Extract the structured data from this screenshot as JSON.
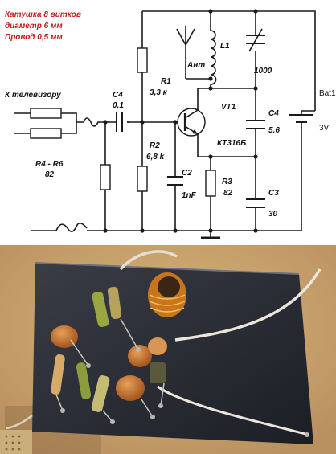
{
  "notes": {
    "line1": "Катушка 8 витков",
    "line2": "диаметр 6 мм",
    "line3": "Провод 0,5 мм",
    "color": "#c41a1a"
  },
  "labels": {
    "input": "К телевизору",
    "c4_in": "C4",
    "c4_in_val": "0,1",
    "r1": "R1",
    "r1_val": "3,3 к",
    "r2": "R2",
    "r2_val": "6,8 k",
    "r3": "R3",
    "r3_val": "82",
    "r4r6": "R4 - R6",
    "r4r6_val": "82",
    "c2": "C2",
    "c2_val": "1nF",
    "c3": "C3",
    "c3_val": "30",
    "c4_out": "C4",
    "c4_out_val": "5.6",
    "ant": "Ант",
    "l1": "L1",
    "trimmer_val": "1000",
    "vt1": "VT1",
    "vt1_type": "КТ316Б",
    "bat": "Bat1",
    "bat_val": "3V"
  }
}
